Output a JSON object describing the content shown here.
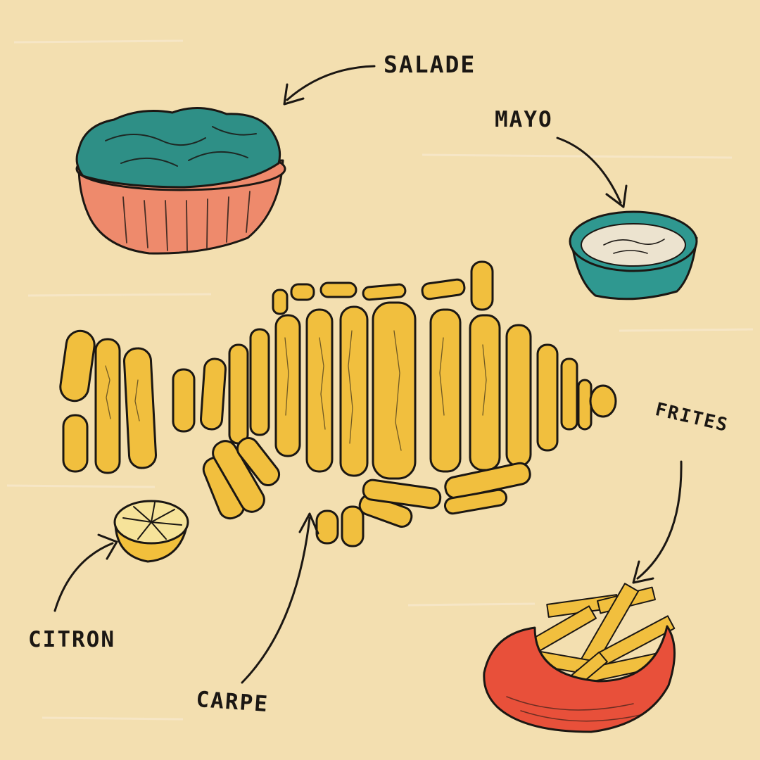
{
  "labels": {
    "salade": "SALADE",
    "mayo": "MAYO",
    "frites": "FRITES",
    "citron": "CITRON",
    "carpe": "CARPE"
  },
  "colors": {
    "background": "#f3dfb0",
    "ink": "#1b1713",
    "salad_green": "#2e8f86",
    "salad_bowl": "#ee8a6c",
    "mayo_bowl": "#2f9890",
    "mayo": "#ece3cf",
    "fries": "#f1bf3e",
    "fries_bowl": "#e8503a",
    "lemon": "#f2c03c"
  }
}
